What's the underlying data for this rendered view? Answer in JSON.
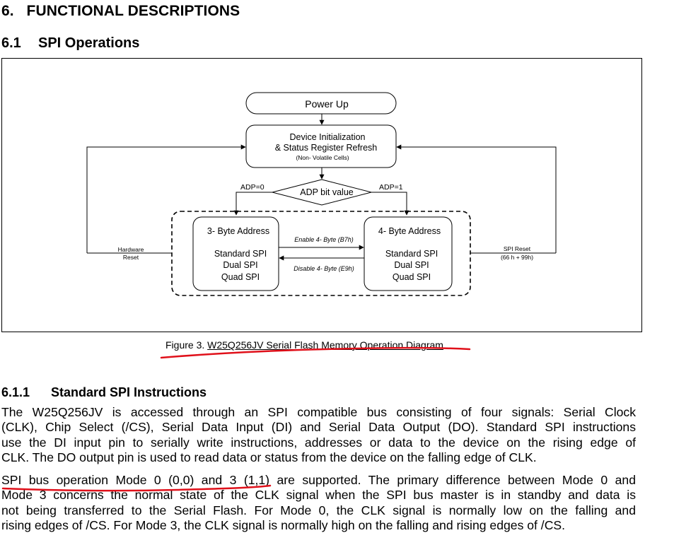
{
  "headings": {
    "section_number": "6.",
    "section_title": "FUNCTIONAL DESCRIPTIONS",
    "subsection_number": "6.1",
    "subsection_title": "SPI Operations",
    "subsubsection_number": "6.1.1",
    "subsubsection_title": "Standard SPI Instructions"
  },
  "diagram": {
    "power_up": "Power Up",
    "init_line1": "Device Initialization",
    "init_line2": "&  Status Register Refresh",
    "init_line3": "(Non- Volatile Cells)",
    "adp_decision": "ADP bit value",
    "adp_0": "ADP=0",
    "adp_1": "ADP=1",
    "three_byte_title": "3- Byte Address",
    "three_byte_modes": [
      "Standard SPI",
      "Dual SPI",
      "Quad SPI"
    ],
    "four_byte_title": "4- Byte Address",
    "four_byte_modes": [
      "Standard SPI",
      "Dual SPI",
      "Quad SPI"
    ],
    "enable_4byte": "Enable 4- Byte (B7h)",
    "disable_4byte": "Disable 4- Byte (E9h)",
    "hardware_reset_line1": "Hardware",
    "hardware_reset_line2": "Reset",
    "spi_reset_line1": "SPI Reset",
    "spi_reset_line2": "(66 h + 99h)"
  },
  "caption": {
    "prefix": "Figure 3. ",
    "title": "W25Q256JV Serial Flash Memory Operation Diagram"
  },
  "paragraph1": [
    "The W25Q256JV is accessed through an SPI compatible bus consisting of four signals: Serial Clock",
    "(CLK), Chip Select (/CS), Serial Data Input (DI) and Serial Data Output (DO). Standard SPI instructions",
    "use the DI input pin to serially write instructions, addresses or data to the device on the rising edge of",
    "CLK. The DO output pin is used to read data or status from the device on the falling edge of CLK."
  ],
  "paragraph2": [
    "SPI bus operation Mode 0 (0,0) and 3 (1,1) are supported. The primary difference between Mode 0 and",
    "Mode 3 concerns the normal state of the CLK signal when the SPI bus master is in standby and data is",
    "not being transferred to the Serial Flash. For Mode 0, the CLK signal is normally low on the falling and",
    "rising edges of /CS. For Mode 3, the CLK signal is normally high on the falling and rising edges of /CS."
  ],
  "colors": {
    "annotation_red": "#e0101a",
    "text": "#000000"
  }
}
